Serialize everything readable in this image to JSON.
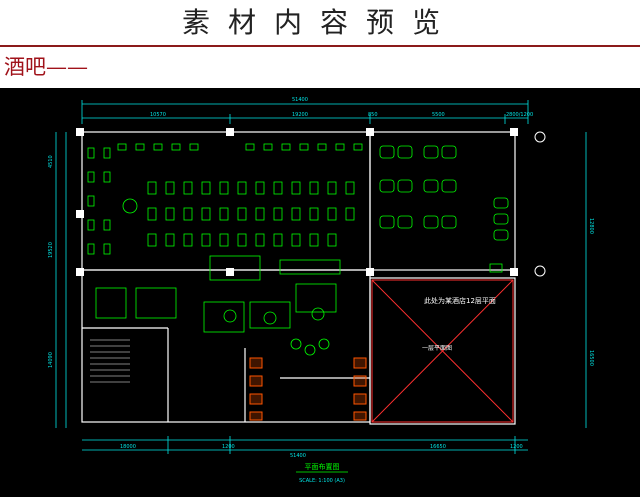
{
  "header": {
    "title": "素材内容预览",
    "section_label": "酒吧——"
  },
  "drawing": {
    "annotation": "此处为某酒店12层平面",
    "lower_label": "一层平面图",
    "plan_title": "平面布置图",
    "scale_text": "SCALE: 1:100 (A3)",
    "dims": {
      "top_total": "51400",
      "top_left": "10570",
      "top_mid": "19200",
      "top_seg": "850",
      "top_right_a": "5500",
      "top_right_b": "2800/1200",
      "bottom_left": "18000",
      "bottom_mid": "1200",
      "bottom_right": "16650",
      "bottom_end": "1200",
      "bottom_total": "51400",
      "right_top": "12800",
      "right_bottom": "16500",
      "left_a": "4510",
      "left_b": "19520",
      "left_c": "14090"
    },
    "colors": {
      "background": "#000000",
      "wall": "#ffffff",
      "furniture": "#00ff00",
      "dimension": "#00e5e5",
      "accent": "#ff3030",
      "hatch": "#ff5500"
    }
  }
}
